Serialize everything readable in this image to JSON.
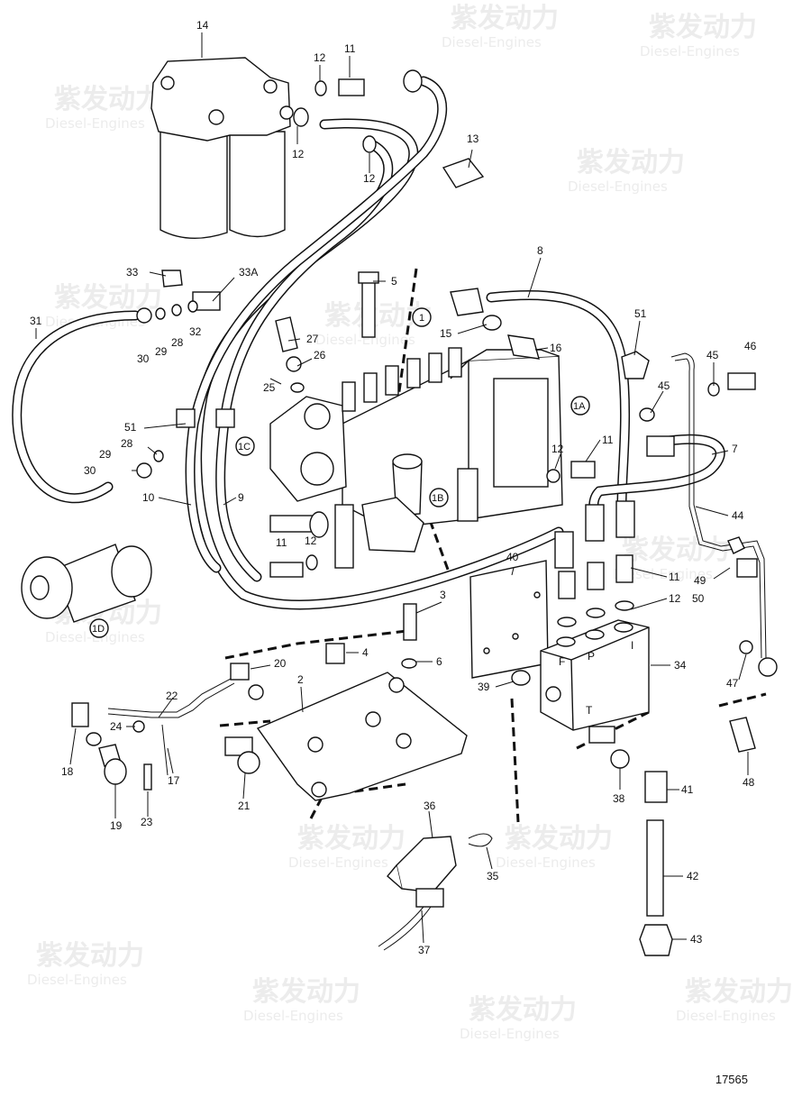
{
  "watermark": {
    "brand": "紫发动力",
    "sub": "Diesel-Engines"
  },
  "drawing_number": "17565",
  "callouts": [
    {
      "id": "c14",
      "label": "14"
    },
    {
      "id": "c11a",
      "label": "11"
    },
    {
      "id": "c12a",
      "label": "12"
    },
    {
      "id": "c12b",
      "label": "12"
    },
    {
      "id": "c12c",
      "label": "12"
    },
    {
      "id": "c13",
      "label": "13"
    },
    {
      "id": "c8",
      "label": "8"
    },
    {
      "id": "c33",
      "label": "33"
    },
    {
      "id": "c33a",
      "label": "33A"
    },
    {
      "id": "c31",
      "label": "31"
    },
    {
      "id": "c30a",
      "label": "30"
    },
    {
      "id": "c29a",
      "label": "29"
    },
    {
      "id": "c28a",
      "label": "28"
    },
    {
      "id": "c32",
      "label": "32"
    },
    {
      "id": "c5",
      "label": "5"
    },
    {
      "id": "c27",
      "label": "27"
    },
    {
      "id": "c26",
      "label": "26"
    },
    {
      "id": "c25",
      "label": "25"
    },
    {
      "id": "c15",
      "label": "15"
    },
    {
      "id": "c16",
      "label": "16"
    },
    {
      "id": "c51a",
      "label": "51"
    },
    {
      "id": "c45a",
      "label": "45"
    },
    {
      "id": "c46",
      "label": "46"
    },
    {
      "id": "c45b",
      "label": "45"
    },
    {
      "id": "c51b",
      "label": "51"
    },
    {
      "id": "c28b",
      "label": "28"
    },
    {
      "id": "c29b",
      "label": "29"
    },
    {
      "id": "c30b",
      "label": "30"
    },
    {
      "id": "c10",
      "label": "10"
    },
    {
      "id": "c9",
      "label": "9"
    },
    {
      "id": "c7",
      "label": "7"
    },
    {
      "id": "c12d",
      "label": "12"
    },
    {
      "id": "c11b",
      "label": "11"
    },
    {
      "id": "c44",
      "label": "44"
    },
    {
      "id": "c11c",
      "label": "11"
    },
    {
      "id": "c12e",
      "label": "12"
    },
    {
      "id": "c40",
      "label": "40"
    },
    {
      "id": "c11d",
      "label": "11"
    },
    {
      "id": "c12f",
      "label": "12"
    },
    {
      "id": "c49",
      "label": "49"
    },
    {
      "id": "c50",
      "label": "50"
    },
    {
      "id": "c3",
      "label": "3"
    },
    {
      "id": "c4",
      "label": "4"
    },
    {
      "id": "c6",
      "label": "6"
    },
    {
      "id": "c34",
      "label": "34"
    },
    {
      "id": "c47",
      "label": "47"
    },
    {
      "id": "c20",
      "label": "20"
    },
    {
      "id": "c2",
      "label": "2"
    },
    {
      "id": "c39",
      "label": "39"
    },
    {
      "id": "c22",
      "label": "22"
    },
    {
      "id": "c24",
      "label": "24"
    },
    {
      "id": "c18",
      "label": "18"
    },
    {
      "id": "c17",
      "label": "17"
    },
    {
      "id": "c19",
      "label": "19"
    },
    {
      "id": "c23",
      "label": "23"
    },
    {
      "id": "c21",
      "label": "21"
    },
    {
      "id": "c38",
      "label": "38"
    },
    {
      "id": "c41",
      "label": "41"
    },
    {
      "id": "c48",
      "label": "48"
    },
    {
      "id": "c36",
      "label": "36"
    },
    {
      "id": "c35",
      "label": "35"
    },
    {
      "id": "c42",
      "label": "42"
    },
    {
      "id": "c37",
      "label": "37"
    },
    {
      "id": "c43",
      "label": "43"
    }
  ],
  "circled_refs": [
    {
      "id": "r1",
      "label": "1"
    },
    {
      "id": "r1a",
      "label": "1A"
    },
    {
      "id": "r1b",
      "label": "1B"
    },
    {
      "id": "r1c",
      "label": "1C"
    },
    {
      "id": "r1d",
      "label": "1D"
    }
  ],
  "valve_block_marks": [
    "F",
    "P",
    "I",
    "T"
  ]
}
